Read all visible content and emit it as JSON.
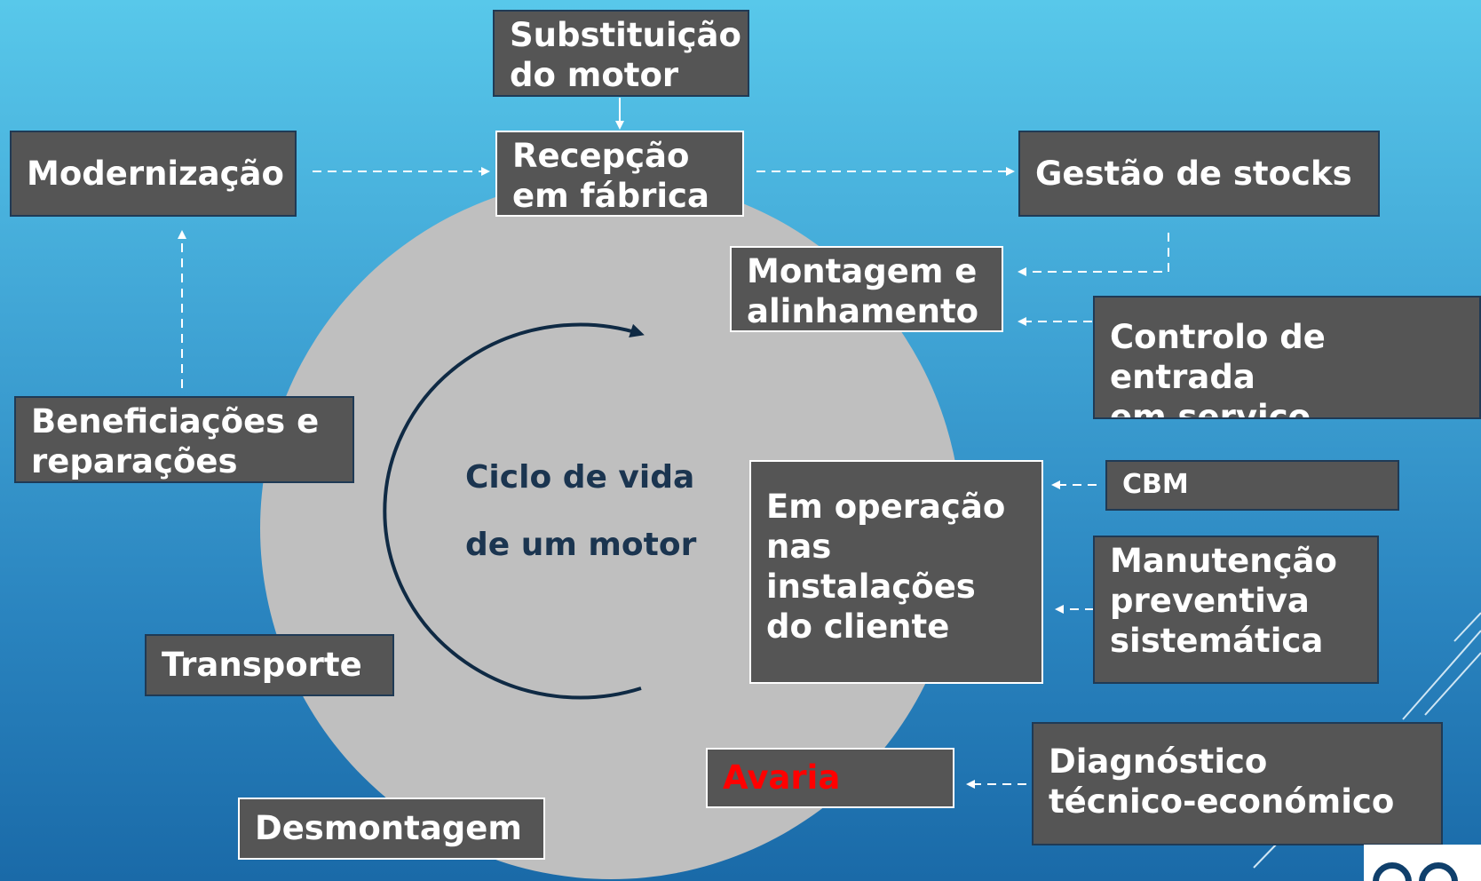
{
  "diagram": {
    "center_title_line1": "Ciclo de vida",
    "center_title_line2": "de um motor",
    "nodes": {
      "substituicao": "Substituição\ndo motor",
      "recepcao": "Recepção\nem fábrica",
      "modernizacao": "Modernização",
      "gestao_stocks": "Gestão de stocks",
      "montagem": "Montagem e\nalinhamento",
      "controlo": "Controlo de entrada\nem serviço",
      "beneficiacoes": "Beneficiações e\nreparações",
      "cbm": "CBM",
      "em_operacao": "Em operação\nnas\ninstalações\ndo cliente",
      "manutencao": "Manutenção\npreventiva\nsistemática",
      "transporte": "Transporte",
      "avaria": "Avaria",
      "diagnostico": "Diagnóstico\ntécnico-económico",
      "desmontagem": "Desmontagem"
    }
  },
  "colors": {
    "box_fill": "#555555",
    "center_text": "#1b3550",
    "avaria_text": "#ff0000",
    "circle_fill": "#bfbfbf",
    "arrow": "#ffffff"
  }
}
